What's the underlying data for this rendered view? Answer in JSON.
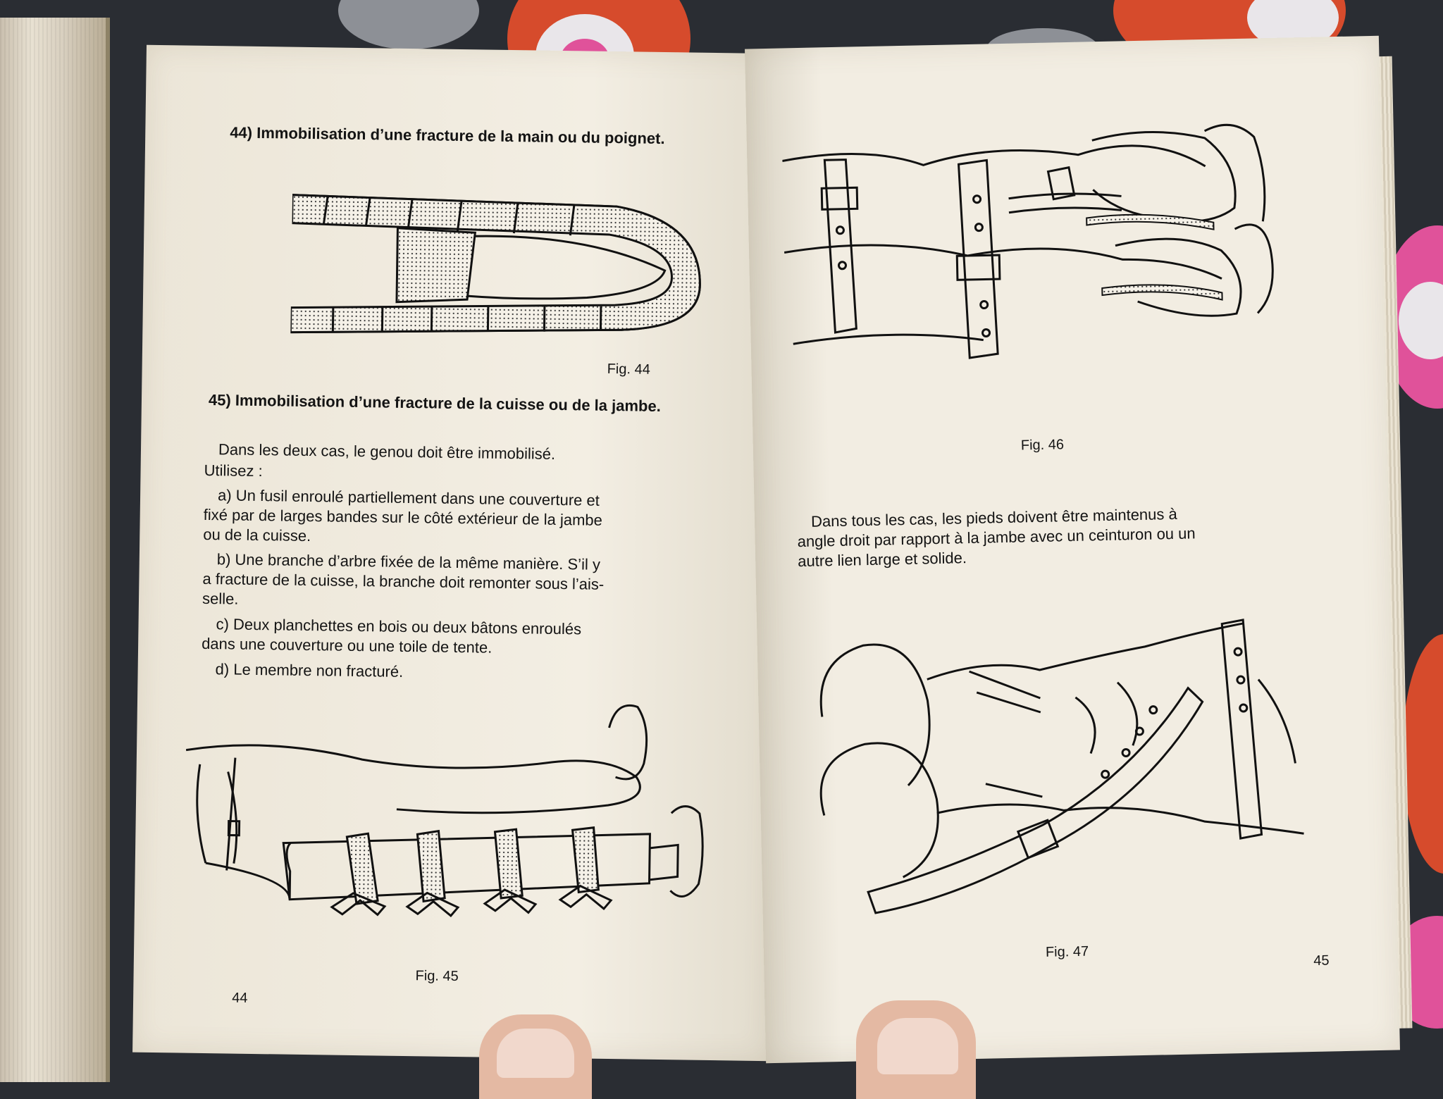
{
  "left_page": {
    "section_44_heading": "44) Immobilisation d’une fracture de la main ou du poignet.",
    "fig44_caption": "Fig. 44",
    "section_45_heading": "45) Immobilisation d’une fracture de la cuisse ou de la jambe.",
    "intro_line1": "Dans les deux cas, le genou doit être immobilisé.",
    "intro_line2": "Utilisez :",
    "item_a_line1": "a) Un fusil enroulé partiellement dans une couverture et",
    "item_a_line2": "fixé par de larges bandes sur le côté extérieur de la jambe",
    "item_a_line3": "ou de la cuisse.",
    "item_b_line1": "b) Une branche d’arbre fixée de la même manière. S’il y",
    "item_b_line2": "a fracture de la cuisse, la branche doit remonter sous l’ais-",
    "item_b_line3": "selle.",
    "item_c_line1": "c) Deux planchettes en bois ou deux bâtons enroulés",
    "item_c_line2": "dans une couverture ou une toile de tente.",
    "item_d_line1": "d) Le membre non fracturé.",
    "fig45_caption": "Fig. 45",
    "page_number": "44"
  },
  "right_page": {
    "fig46_caption": "Fig. 46",
    "para_line1": "Dans tous les cas, les pieds doivent être maintenus à",
    "para_line2": "angle droit par rapport à la jambe avec un ceinturon ou un",
    "para_line3": "autre lien large et solide.",
    "fig47_caption": "Fig. 47",
    "page_number": "45"
  },
  "icons": {
    "fig44": "hand-splint-illustration",
    "fig45": "leg-splint-illustration",
    "fig46": "strapped-feet-illustration",
    "fig47": "belted-feet-illustration"
  },
  "colors": {
    "paper": "#f1ece1",
    "ink": "#141414",
    "background": "#2a2d33"
  }
}
